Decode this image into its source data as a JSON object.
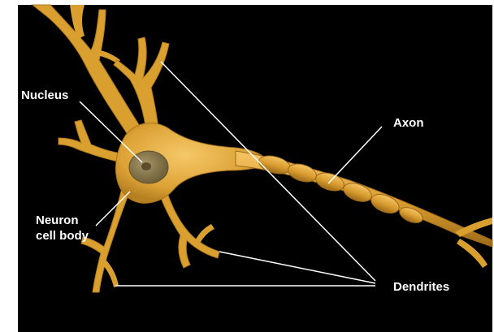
{
  "labels": {
    "nucleus": "Nucleus",
    "axon": "Axon",
    "cell_body_line1": "Neuron",
    "cell_body_line2": "cell body",
    "dendrites": "Dendrites"
  },
  "colors": {
    "background": "#000000",
    "neuron_fill": "#d9a030",
    "neuron_highlight": "#f2c25a",
    "neuron_shadow": "#a8741c",
    "nucleus_fill": "#8a7a48",
    "label_text": "#ffffff",
    "leader_line": "#ffffff"
  }
}
